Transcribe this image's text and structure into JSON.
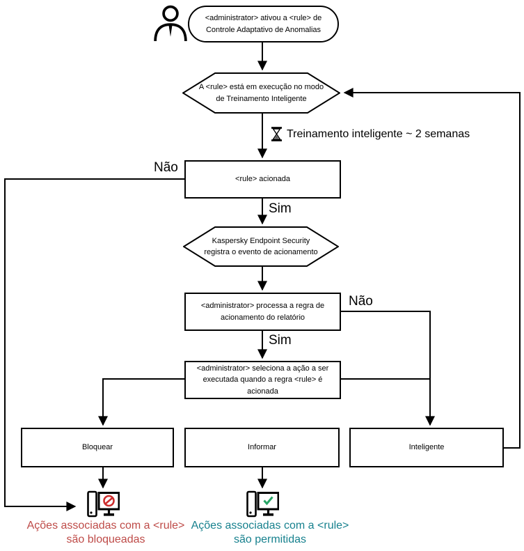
{
  "diagram": {
    "title": "Adaptive Anomaly Control rule flowchart (Kaspersky Endpoint Security)",
    "nodes": {
      "start": {
        "shape": "stadium",
        "text": "<administrator> ativou a <rule> de Controle Adaptativo de Anomalias"
      },
      "training_mode": {
        "shape": "hexagon",
        "text": "A <rule> está em execução no modo de Treinamento Inteligente"
      },
      "rule_triggered": {
        "shape": "rect",
        "text": "<rule> acionada"
      },
      "registers_event": {
        "shape": "hexagon",
        "text": "Kaspersky Endpoint Security registra o evento de acionamento"
      },
      "processes_rule": {
        "shape": "rect",
        "text": "<administrator> processa a regra de acionamento do relatório"
      },
      "selects_action": {
        "shape": "rect",
        "text": "<administrator> seleciona a ação a ser executada quando a regra <rule> é acionada"
      },
      "action_block": {
        "shape": "rect",
        "text": "Bloquear"
      },
      "action_inform": {
        "shape": "rect",
        "text": "Informar"
      },
      "action_smart": {
        "shape": "rect",
        "text": "Inteligente"
      }
    },
    "annotations": {
      "training_note": "Treinamento inteligente ~ 2 semanas",
      "blocked_caption": "Ações associadas com a <rule> são bloqueadas",
      "allowed_caption": "Ações associadas com a <rule> são permitidas"
    },
    "edge_labels": {
      "no_rule_triggered": "Não",
      "yes_rule_triggered": "Sim",
      "no_processes_rule": "Não",
      "yes_processes_rule": "Sim"
    },
    "icons": {
      "actor": "person-outline",
      "wait": "hourglass",
      "blocked": "computer-with-prohibition-sign",
      "allowed": "computer-with-check-mark"
    },
    "colors": {
      "line": "#000000",
      "blocked_text": "#be4b48",
      "allowed_text": "#17818e",
      "prohibition_icon": "#cc2d2d",
      "check_icon": "#27a565"
    }
  }
}
